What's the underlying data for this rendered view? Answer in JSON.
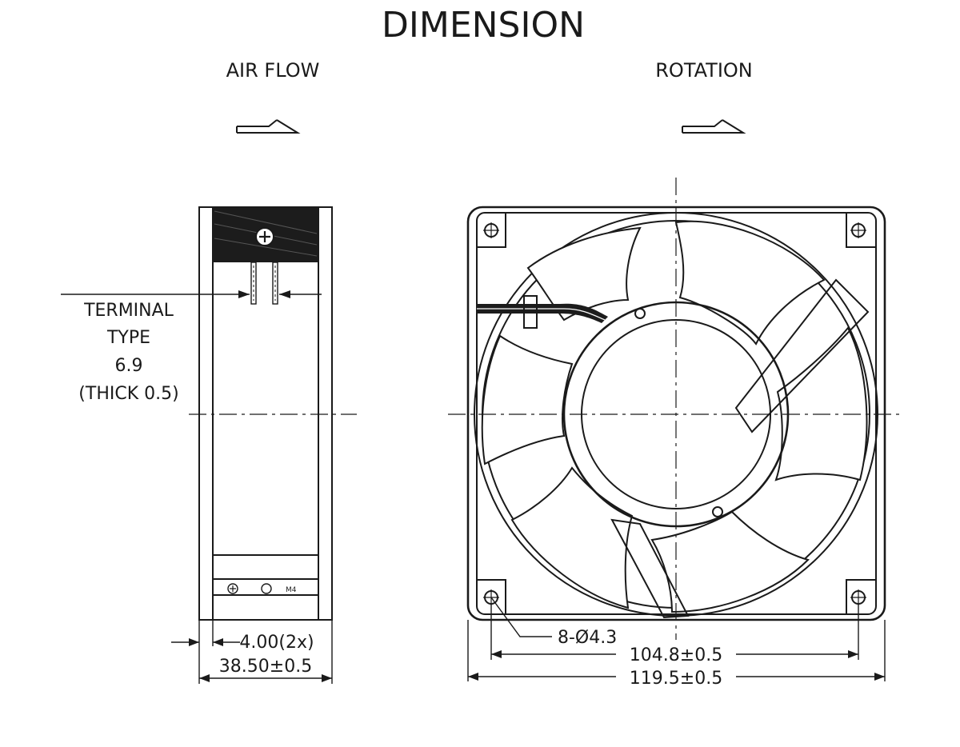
{
  "title": "DIMENSION",
  "side_view": {
    "label": "AIR FLOW",
    "terminal_label": [
      "TERMINAL",
      "TYPE",
      "6.9",
      "(THICK 0.5)"
    ],
    "dim_flange": "4.00(2x)",
    "dim_depth": "38.50±0.5",
    "marking": "M4"
  },
  "front_view": {
    "label": "ROTATION",
    "dim_holes": "8-Ø4.3",
    "dim_hole_spacing": "104.8±0.5",
    "dim_overall": "119.5±0.5"
  }
}
